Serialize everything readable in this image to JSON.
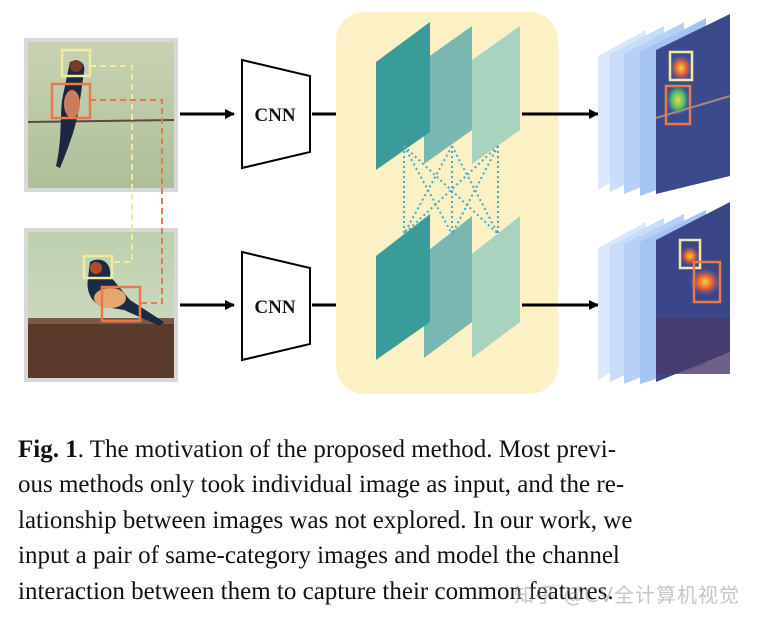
{
  "figure": {
    "cnn_top_label": "CNN",
    "cnn_bottom_label": "CNN"
  },
  "caption": {
    "fig_label": "Fig. 1",
    "lines": [
      ". The motivation of the proposed method. Most previ-",
      "ous methods only took individual image as input, and the re-",
      "lationship between images was not explored. In our work, we",
      "input a pair of same-category images and model the channel",
      "interaction between them to capture their common features."
    ]
  },
  "watermark": "知乎 @CV全计算机视觉",
  "colors": {
    "attention_panel_bg": "#fbf1c4",
    "channel_dark": "#3a9c9a",
    "channel_mid": "#78b8b0",
    "channel_light": "#a7d3bf",
    "box_yellow": "#f3e9a1",
    "box_orange": "#e9784a"
  }
}
